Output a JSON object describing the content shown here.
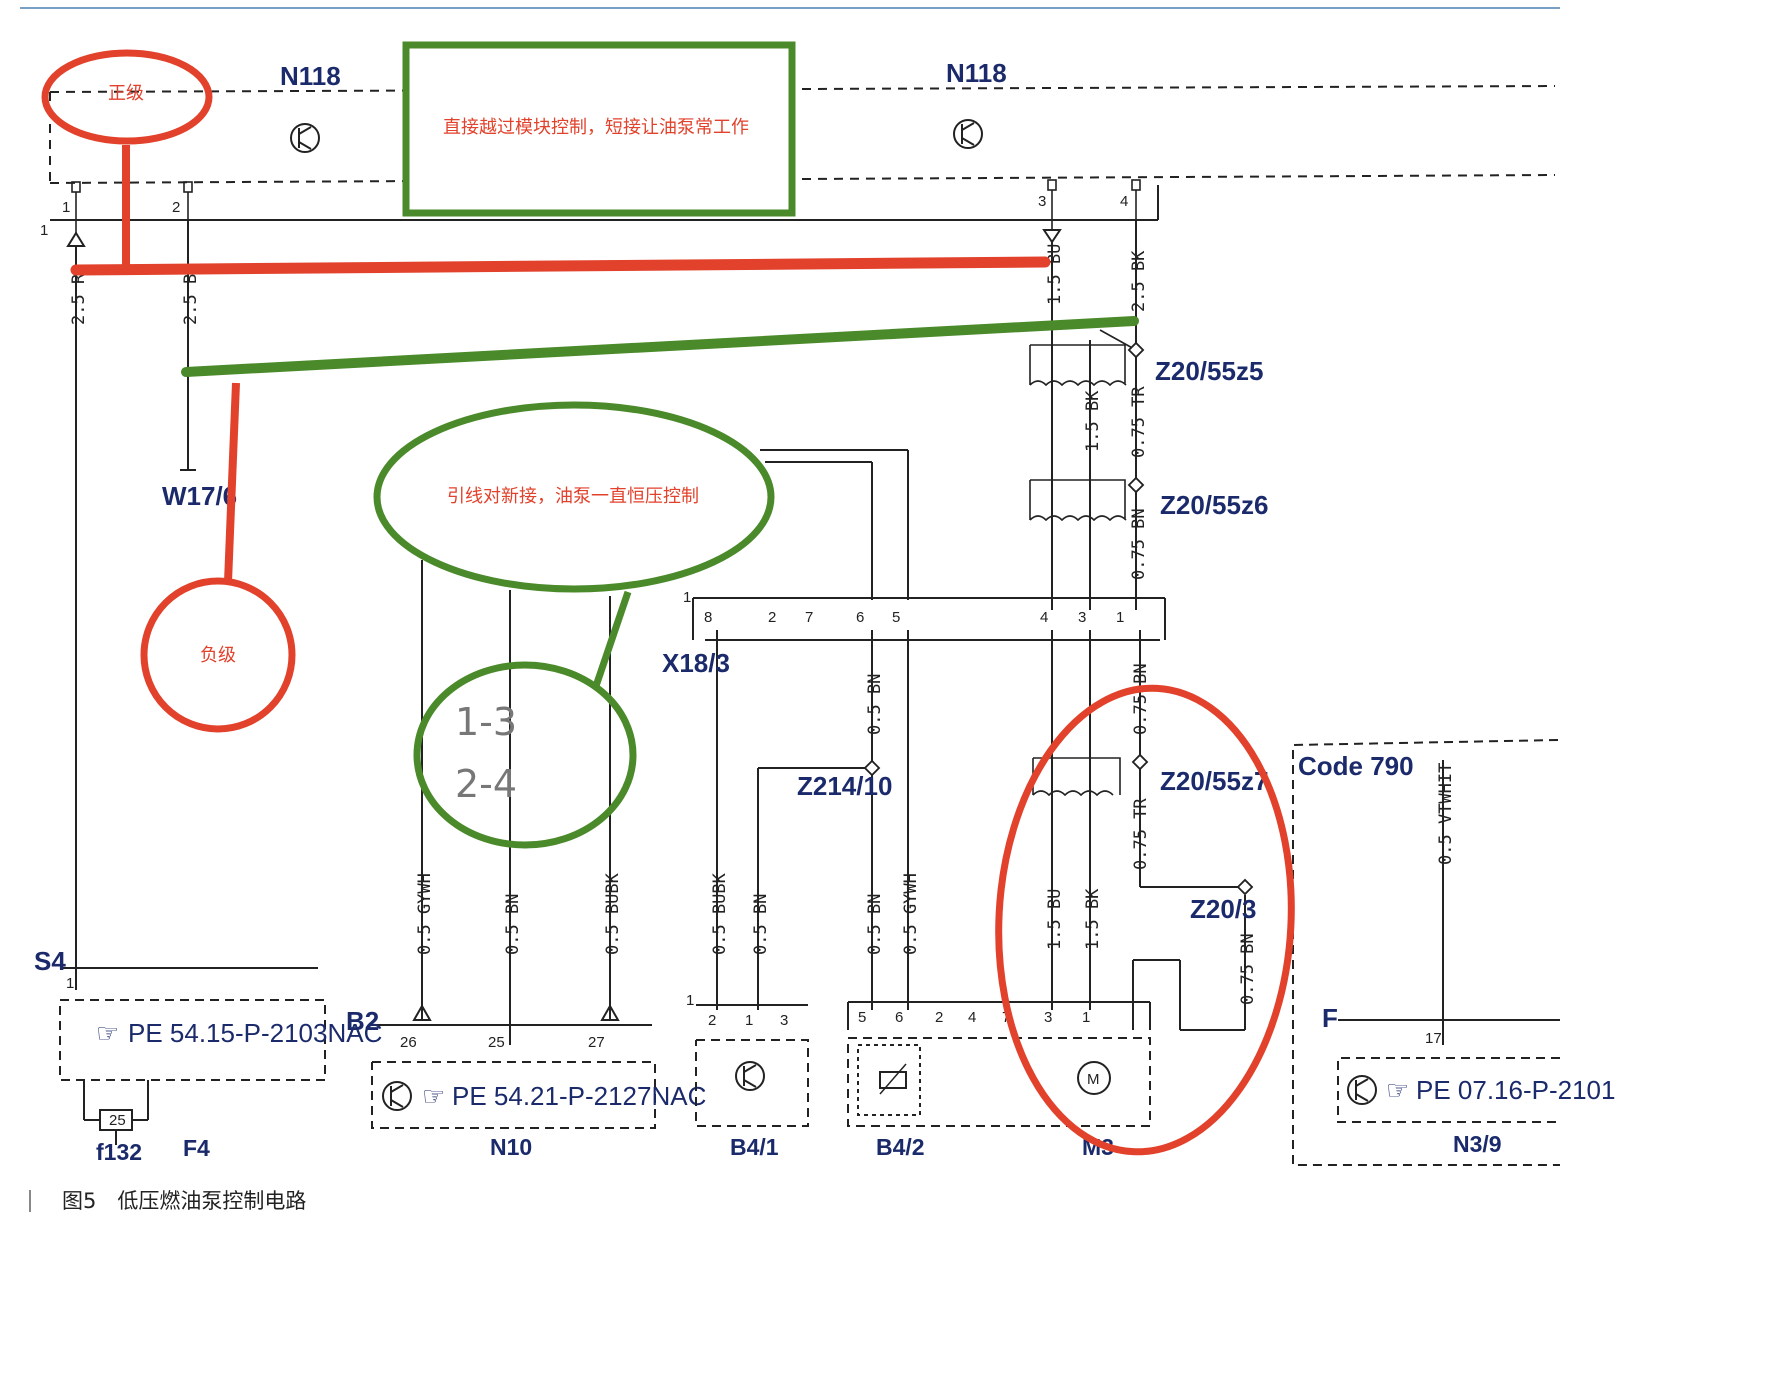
{
  "modules": {
    "n118_left": "N118",
    "n118_right": "N118",
    "w17_6": "W17/6",
    "x18_3": "X18/3",
    "z20_55z5": "Z20/55z5",
    "z20_55z6": "Z20/55z6",
    "z20_55z7": "Z20/55z7",
    "z214_10": "Z214/10",
    "z20_3": "Z20/3",
    "code790": "Code 790",
    "s4": "S4",
    "b2": "B2",
    "f": "F",
    "f132": "f132",
    "f4": "F4",
    "n10": "N10",
    "b4_1": "B4/1",
    "b4_2": "B4/2",
    "m3": "M3",
    "n3_9": "N3/9"
  },
  "references": {
    "pe_f4": "PE 54.15-P-2103NAC",
    "pe_n10": "PE 54.21-P-2127NAC",
    "pe_n3_9": "PE 07.16-P-2101"
  },
  "wires": {
    "w_2_5_r": "2.5 R",
    "w_2_5_b": "2.5 B",
    "w_1_5_bu": "1.5 BU",
    "w_2_5_bk_top": "2.5 BK",
    "w_1_5_bk_mid": "1.5 BK",
    "w_0_75_tr_top": "0.75 TR",
    "w_0_75_bn_mid": "0.75 BN",
    "w_0_5_bn_x18": "0.5 BN",
    "w_0_75_bn_low": "0.75 BN",
    "w_0_75_tr_low": "0.75 TR",
    "w_0_5_gywh_n10": "0.5 GYWH",
    "w_0_5_bn_n10": "0.5 BN",
    "w_0_5_bubk_n10": "0.5 BUBK",
    "w_0_5_bubk_b41": "0.5 BUBK",
    "w_0_5_bn_b41": "0.5 BN",
    "w_0_5_bn_b42": "0.5 BN",
    "w_0_5_gywh_b42": "0.5 GYWH",
    "w_1_5_bu_m3": "1.5 BU",
    "w_1_5_bk_m3": "1.5 BK",
    "w_0_75_bn_z203": "0.75 BN",
    "w_0_5_vtwhit": "0.5 VTWHIT"
  },
  "pins": {
    "p1": "1",
    "p2": "2",
    "p3": "3",
    "p4": "4",
    "p5": "5",
    "p6": "6",
    "p7": "7",
    "p8": "8",
    "p17": "17",
    "p25": "25",
    "p26": "26",
    "p27": "27"
  },
  "annotations": {
    "positive": "正级",
    "negative": "负级",
    "bypass": "直接越过模块控制，短接让油泵常工作",
    "rewire": "引线对新接，油泵一直恒压控制",
    "combo_1": "1-3",
    "combo_2": "2-4"
  },
  "caption": {
    "text": "图5　低压燃油泵控制电路"
  },
  "colors": {
    "ink": "#1b2a6b",
    "wire": "#222222",
    "red_mark": "#e2412b",
    "green_mark": "#4a8a2a"
  }
}
